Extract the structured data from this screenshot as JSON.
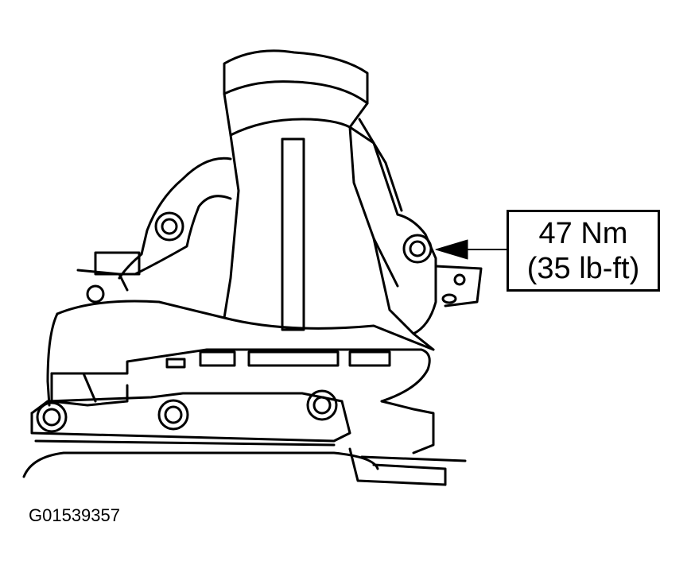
{
  "callout": {
    "torque_metric": "47 Nm",
    "torque_imperial": "(35 lb-ft)"
  },
  "figure_id": "G01539357",
  "colors": {
    "line": "#000000",
    "background": "#ffffff"
  }
}
